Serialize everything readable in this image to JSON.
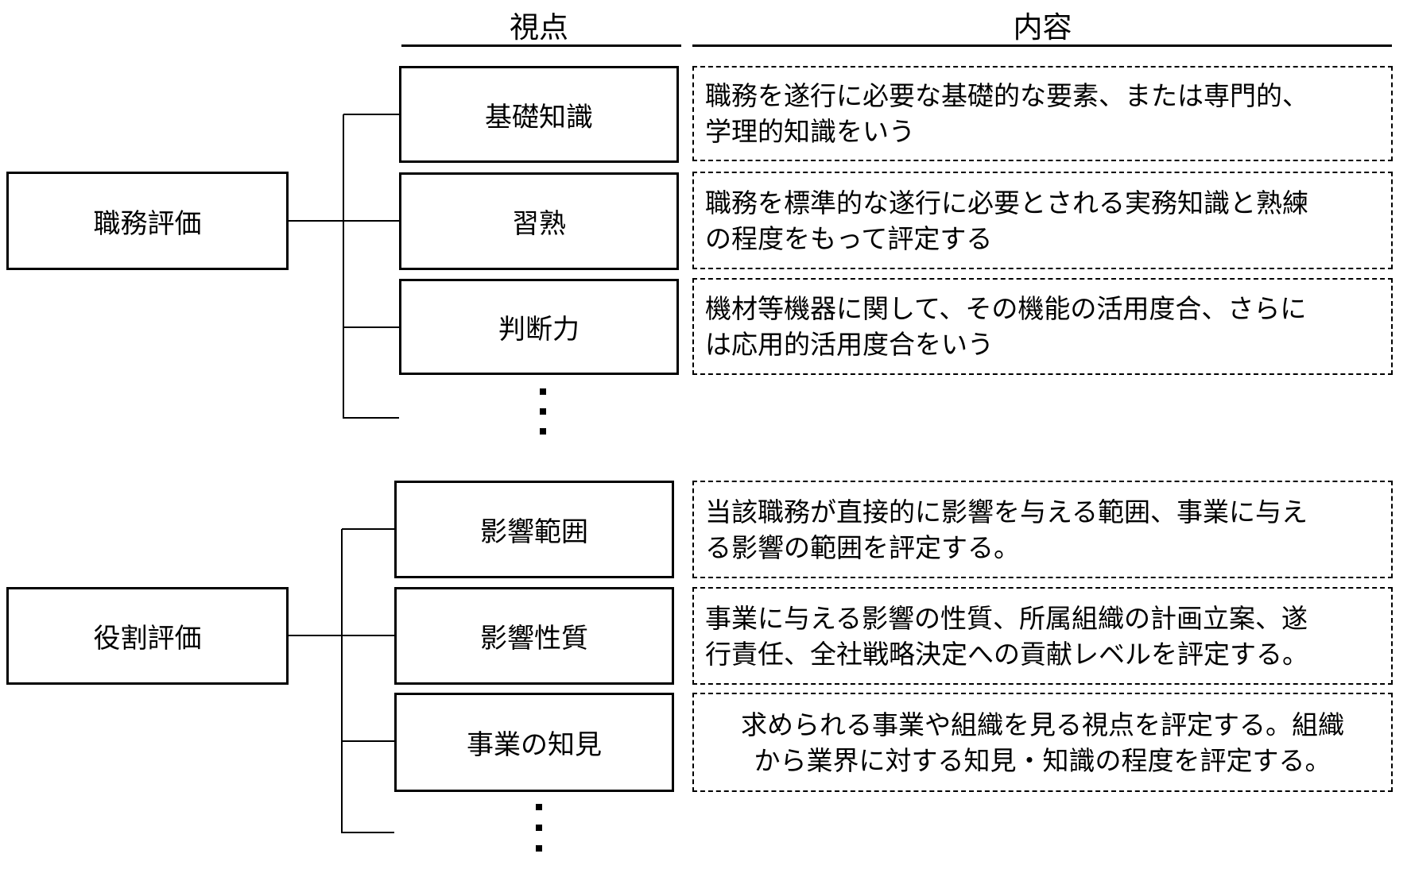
{
  "headers": {
    "viewpoint": "視点",
    "content": "内容"
  },
  "sections": [
    {
      "parent": "職務評価",
      "rows": [
        {
          "viewpoint": "基礎知識",
          "content": "職務を遂行に必要な基礎的な要素、または専門的、\n学理的知識をいう"
        },
        {
          "viewpoint": "習熟",
          "content": "職務を標準的な遂行に必要とされる実務知識と熟練\nの程度をもって評定する"
        },
        {
          "viewpoint": "判断力",
          "content": "機材等機器に関して、その機能の活用度合、さらに\nは応用的活用度合をいう"
        }
      ],
      "ellipsis": "⋮"
    },
    {
      "parent": "役割評価",
      "rows": [
        {
          "viewpoint": "影響範囲",
          "content": "当該職務が直接的に影響を与える範囲、事業に与え\nる影響の範囲を評定する。"
        },
        {
          "viewpoint": "影響性質",
          "content": "事業に与える影響の性質、所属組織の計画立案、遂\n行責任、全社戦略決定への貢献レベルを評定する。"
        },
        {
          "viewpoint": "事業の知見",
          "content": "求められる事業や組織を見る視点を評定する。組織\nから業界に対する知見・知識の程度を評定する。"
        }
      ],
      "ellipsis": "⋮"
    }
  ],
  "colors": {
    "line": "#000000",
    "background": "#ffffff",
    "text": "#000000"
  }
}
